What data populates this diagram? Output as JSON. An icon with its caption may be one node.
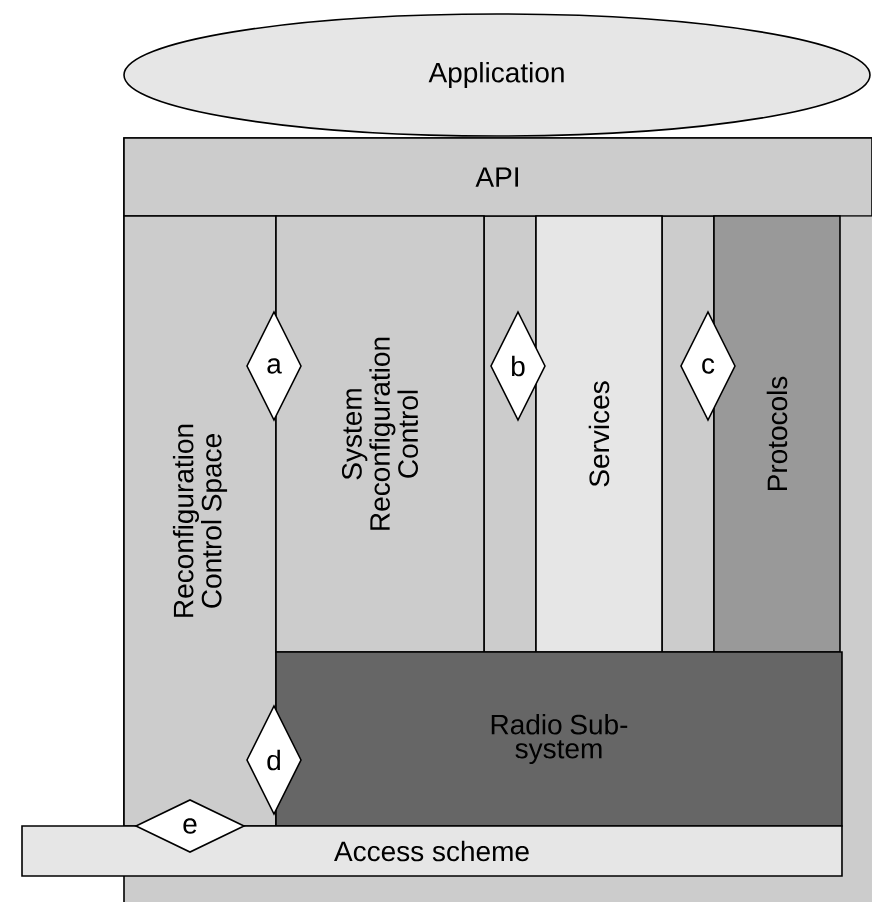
{
  "diagram": {
    "nodes": [
      {
        "text": [
          "Application"
        ]
      },
      {
        "text": [
          "API"
        ]
      },
      {
        "text": [
          "Reconfiguration Control Space"
        ]
      },
      {
        "text": [
          "System Reconfiguration Control"
        ]
      },
      {
        "text": [
          "Services"
        ]
      },
      {
        "text": [
          "Protocols"
        ]
      },
      {
        "text": [
          "Radio Sub-system"
        ]
      },
      {
        "text": [
          "Access scheme"
        ]
      },
      {
        "text": [
          "a"
        ]
      },
      {
        "text": [
          "b"
        ]
      },
      {
        "text": [
          "c"
        ]
      },
      {
        "text": [
          "d"
        ]
      },
      {
        "text": [
          "e"
        ]
      }
    ]
  }
}
